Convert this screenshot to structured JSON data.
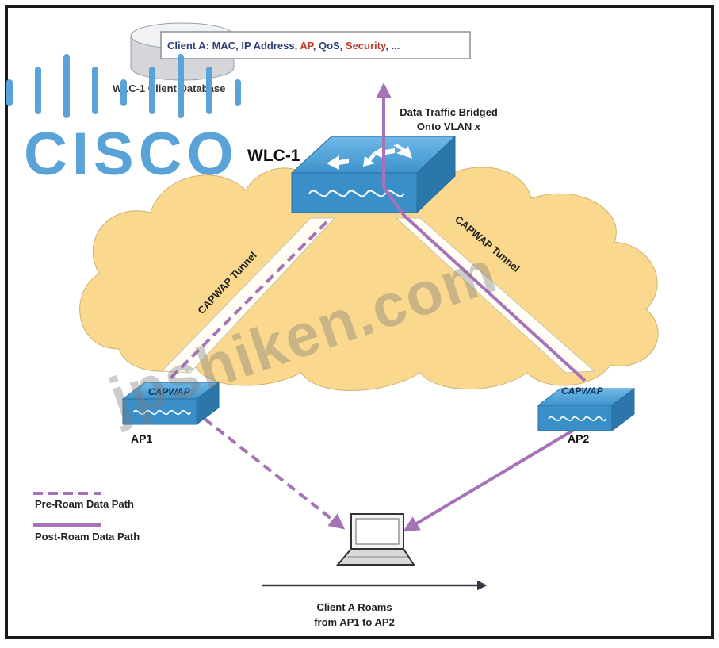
{
  "logo": {
    "text": "CISCO",
    "color": "#5aa3d8"
  },
  "watermark": {
    "text": "jpshiken.com"
  },
  "database": {
    "label": "WLC-1 Client Database",
    "record": {
      "prefix": "Client A: MAC, IP Address, ",
      "ap": "AP",
      "sep1": ", QoS, ",
      "security": "Security",
      "suffix": ", ..."
    }
  },
  "wlc": {
    "label": "WLC-1"
  },
  "data_traffic": {
    "line1": "Data Traffic Bridged",
    "line2": "Onto VLAN ",
    "line2_var": "x"
  },
  "tunnels": {
    "left": "CAPWAP Tunnel",
    "right": "CAPWAP Tunnel"
  },
  "ap1": {
    "label": "AP1",
    "badge": "CAPWAP"
  },
  "ap2": {
    "label": "AP2",
    "badge": "CAPWAP"
  },
  "legend": {
    "pre": "Pre-Roam Data Path",
    "post": "Post-Roam Data Path"
  },
  "roam": {
    "line1": "Client A Roams",
    "line2": "from AP1 to AP2"
  },
  "colors": {
    "frame": "#1a1a1a",
    "cloud": "#fad98f",
    "device": "#3a8fc8",
    "path": "#a673b8",
    "alert": "#c0392b",
    "text": "#222222"
  }
}
